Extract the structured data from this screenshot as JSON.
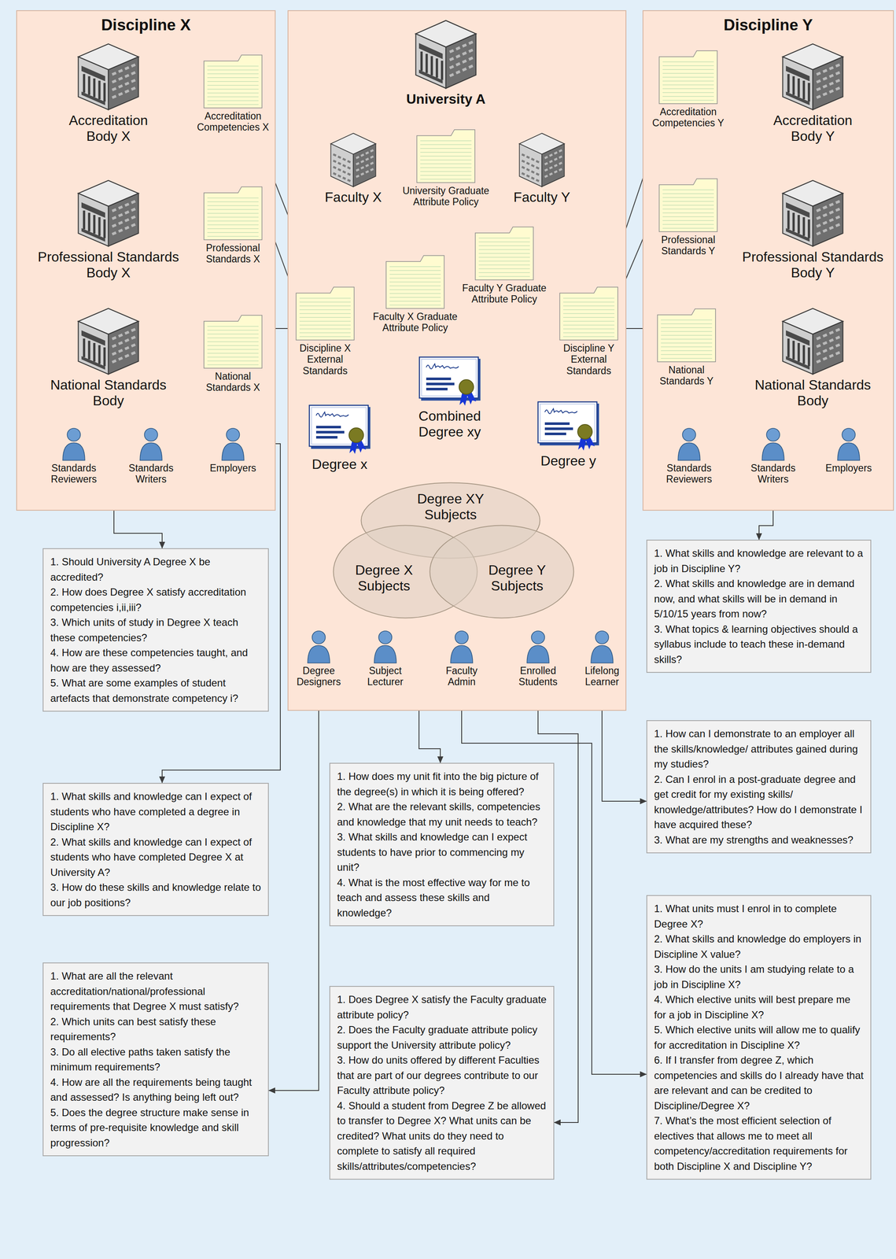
{
  "diagram": {
    "nodes": [
      {
        "text": [
          "Discipline X"
        ]
      },
      {
        "text": [
          "Accreditation Body X"
        ],
        "in": 0
      },
      {
        "text": [
          "Accreditation Competencies X"
        ],
        "in": 0
      },
      {
        "text": [
          "Professional Standards Body X"
        ],
        "in": 0
      },
      {
        "text": [
          "Professional Standards X"
        ],
        "in": 0
      },
      {
        "text": [
          "National Standards Body"
        ],
        "in": 0
      },
      {
        "text": [
          "National Standards X"
        ],
        "in": 0
      },
      {
        "text": [
          "Standards Reviewers"
        ],
        "in": 0
      },
      {
        "text": [
          "Standards Writers"
        ],
        "in": 0
      },
      {
        "text": [
          "Employers"
        ],
        "in": 0
      },
      {
        "text": []
      },
      {
        "text": [
          "University A"
        ],
        "in": 10
      },
      {
        "text": [
          "University Graduate Attribute Policy"
        ],
        "in": 10
      },
      {
        "text": [
          "Faculty X"
        ],
        "in": 10
      },
      {
        "text": [
          "Faculty Y"
        ],
        "in": 10
      },
      {
        "text": [
          "Faculty X Graduate Attribute Policy"
        ],
        "in": 10
      },
      {
        "text": [
          "Faculty Y Graduate Attribute Policy"
        ],
        "in": 10
      },
      {
        "text": [
          "Discipline X External Standards"
        ],
        "in": 10
      },
      {
        "text": [
          "Discipline Y External Standards"
        ],
        "in": 10
      },
      {
        "text": [
          "Combined Degree xy"
        ],
        "in": 10
      },
      {
        "text": [
          "Degree x"
        ],
        "in": 10
      },
      {
        "text": [
          "Degree y"
        ],
        "in": 10
      },
      {
        "text": [
          "Degree XY Subjects"
        ],
        "in": 10
      },
      {
        "text": [
          "Degree X Subjects"
        ],
        "in": 10
      },
      {
        "text": [
          "Degree Y Subjects"
        ],
        "in": 10
      },
      {
        "text": [
          "Degree Designers"
        ],
        "in": 10
      },
      {
        "text": [
          "Subject Lecturer"
        ],
        "in": 10
      },
      {
        "text": [
          "Faculty Admin"
        ],
        "in": 10
      },
      {
        "text": [
          "Enrolled Students"
        ],
        "in": 10
      },
      {
        "text": [
          "Lifelong Learner"
        ],
        "in": 10
      },
      {
        "text": [
          "Discipline Y"
        ]
      },
      {
        "text": [
          "Accreditation Competencies Y"
        ],
        "in": 30
      },
      {
        "text": [
          "Accreditation Body Y"
        ],
        "in": 30
      },
      {
        "text": [
          "Professional Standards Y"
        ],
        "in": 30
      },
      {
        "text": [
          "Professional Standards Body Y"
        ],
        "in": 30
      },
      {
        "text": [
          "National Standards Y"
        ],
        "in": 30
      },
      {
        "text": [
          "National Standards Body"
        ],
        "in": 30
      },
      {
        "text": [
          "Standards Reviewers"
        ],
        "in": 30
      },
      {
        "text": [
          "Standards Writers"
        ],
        "in": 30
      },
      {
        "text": [
          "Employers"
        ],
        "in": 30
      },
      {
        "text": [
          "1. Should University A Degree X be accredited?",
          "2. How does Degree X satisfy accreditation competencies i,ii,iii?",
          "3. Which units of study in Degree X teach these competencies?",
          "4. How are these competencies taught, and how are they assessed?",
          "5. What are some examples of student artefacts that demonstrate competency i?"
        ]
      },
      {
        "text": [
          "1. What skills and knowledge can I expect of students who have completed a degree in Discipline X?",
          "2. What skills and knowledge can I expect of students who have completed Degree X at University A?",
          "3. How do these skills and knowledge relate to our job positions?"
        ]
      },
      {
        "text": [
          "1. What are all the relevant accreditation/national/professional requirements that Degree X must satisfy?",
          "2. Which units can best satisfy these requirements?",
          "3. Do all elective paths taken satisfy the minimum requirements?",
          "4. How are all the requirements being taught and assessed? Is anything being left out?",
          "5. Does the degree structure make sense in terms of pre-requisite knowledge and skill progression?"
        ]
      },
      {
        "text": [
          "1. How does my unit fit into the big picture of the degree(s) in which it is being offered?",
          "2. What are the relevant skills, competencies and knowledge that my unit needs to teach?",
          "3. What skills and knowledge can I expect students to have prior to commencing my unit?",
          "4. What is the most effective way for me to teach and assess these skills and knowledge?"
        ]
      },
      {
        "text": [
          "1. Does Degree X satisfy the Faculty graduate attribute policy?",
          "2. Does the Faculty graduate attribute policy support the University attribute policy?",
          "3. How do units offered by different Faculties that are part of our degrees contribute to our Faculty attribute policy?",
          "4. Should a student from Degree Z be allowed to transfer to Degree X? What units can be credited? What units do they need to complete to satisfy all required skills/attributes/competencies?"
        ]
      },
      {
        "text": [
          "1. What skills and knowledge are relevant to a job in Discipline Y?",
          "2. What skills and knowledge are in demand now, and what skills will be in demand in 5/10/15 years from now?",
          "3. What topics & learning objectives should a syllabus include to teach these in-demand skills?"
        ]
      },
      {
        "text": [
          "1. How can I demonstrate to an employer all the skills/knowledge/ attributes gained during my studies?",
          "2. Can I enrol in a post-graduate degree and get credit for my existing skills/ knowledge/attributes? How do I demonstrate I have acquired these?",
          "3. What are my strengths and weaknesses?"
        ]
      },
      {
        "text": [
          "1. What units must I enrol in to complete Degree X?",
          "2. What skills and knowledge do employers in Discipline X value?",
          "3. How do the units I am studying relate to a job in Discipline X?",
          "4. Which elective units will best prepare me for a job in Discipline X?",
          "5. Which elective units will allow me to qualify for accreditation in Discipline X?",
          "6. If I transfer from degree Z, which competencies and skills do I already have that are relevant and can be credited to Discipline/Degree X?",
          "7. What’s the most efficient selection of electives that allows me to meet all competency/accreditation requirements for both Discipline X and Discipline Y?"
        ]
      }
    ],
    "edges": [
      {
        "from": 1,
        "to": 2,
        "arrow": "to"
      },
      {
        "from": 3,
        "to": 4,
        "arrow": "to"
      },
      {
        "from": 5,
        "to": 6,
        "arrow": "to"
      },
      {
        "from": 2,
        "to": 17,
        "arrow": "to"
      },
      {
        "from": 4,
        "to": 17,
        "arrow": "to"
      },
      {
        "from": 6,
        "to": 17,
        "arrow": "to"
      },
      {
        "from": 11,
        "to": 12,
        "arrow": "to"
      },
      {
        "from": 12,
        "to": 13,
        "arrow": "to"
      },
      {
        "from": 12,
        "to": 14,
        "arrow": "to"
      },
      {
        "from": 13,
        "to": 15,
        "arrow": "to"
      },
      {
        "from": 14,
        "to": 16,
        "arrow": "to"
      },
      {
        "from": 15,
        "to": 20,
        "arrow": "to"
      },
      {
        "from": 15,
        "to": 19,
        "arrow": "to"
      },
      {
        "from": 16,
        "to": 19,
        "arrow": "to"
      },
      {
        "from": 16,
        "to": 21,
        "arrow": "to"
      },
      {
        "from": 17,
        "to": 20,
        "arrow": "to"
      },
      {
        "from": 17,
        "to": 19,
        "arrow": "to"
      },
      {
        "from": 18,
        "to": 19,
        "arrow": "to"
      },
      {
        "from": 18,
        "to": 21,
        "arrow": "to"
      },
      {
        "from": 19,
        "to": 22,
        "arrow": "to"
      },
      {
        "from": 20,
        "to": 22,
        "arrow": "to"
      },
      {
        "from": 21,
        "to": 22,
        "arrow": "to"
      },
      {
        "from": 32,
        "to": 31,
        "arrow": "to"
      },
      {
        "from": 34,
        "to": 33,
        "arrow": "to"
      },
      {
        "from": 36,
        "to": 35,
        "arrow": "to"
      },
      {
        "from": 31,
        "to": 18,
        "arrow": "to"
      },
      {
        "from": 33,
        "to": 18,
        "arrow": "to"
      },
      {
        "from": 35,
        "to": 18,
        "arrow": "to"
      },
      {
        "from": 7,
        "to": 40,
        "arrow": "to"
      },
      {
        "from": 9,
        "to": 41,
        "arrow": "to"
      },
      {
        "from": 25,
        "to": 42,
        "arrow": "to"
      },
      {
        "from": 26,
        "to": 43,
        "arrow": "to"
      },
      {
        "from": 27,
        "to": 47,
        "arrow": "to"
      },
      {
        "from": 28,
        "to": 44,
        "arrow": "to"
      },
      {
        "from": 29,
        "to": 46,
        "arrow": "to"
      },
      {
        "from": 38,
        "to": 45,
        "arrow": "to"
      }
    ]
  }
}
